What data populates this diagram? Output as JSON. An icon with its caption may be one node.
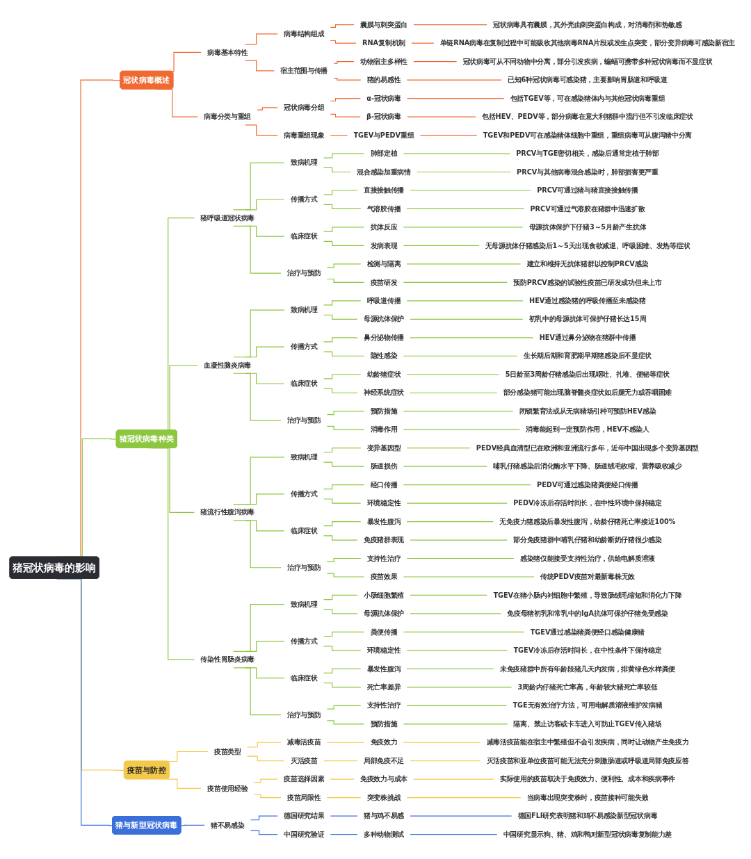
{
  "diagram": {
    "nodes": [
      {
        "text": [
          "猪冠状病毒的影响"
        ]
      },
      {
        "text": [
          "冠状病毒概述"
        ]
      },
      {
        "text": [
          "病毒基本特性"
        ]
      },
      {
        "text": [
          "病毒结构组成"
        ]
      },
      {
        "text": [
          "囊膜与刺突蛋白"
        ]
      },
      {
        "text": [
          "冠状病毒具有囊膜，其外壳由刺突蛋白构成，对消毒剂和热敏感"
        ]
      },
      {
        "text": [
          "RNA复制机制"
        ]
      },
      {
        "text": [
          "单链RNA病毒在复制过程中可能吸收其他病毒RNA片段或发生点突变，部分变异病毒可感染新宿主"
        ]
      },
      {
        "text": [
          "宿主范围与传播"
        ]
      },
      {
        "text": [
          "动物宿主多样性"
        ]
      },
      {
        "text": [
          "冠状病毒可从不同动物中分离，部分引发疾病，蝙蝠可携带多种冠状病毒而不显症状"
        ]
      },
      {
        "text": [
          "猪的易感性"
        ]
      },
      {
        "text": [
          "已知6种冠状病毒可感染猪，主要影响胃肠道和呼吸道"
        ]
      },
      {
        "text": [
          "病毒分类与重组"
        ]
      },
      {
        "text": [
          "冠状病毒分组"
        ]
      },
      {
        "text": [
          "α-冠状病毒"
        ]
      },
      {
        "text": [
          "包括TGEV等，可在感染猪体内与其他冠状病毒重组"
        ]
      },
      {
        "text": [
          "β-冠状病毒"
        ]
      },
      {
        "text": [
          "包括HEV、PEDV等，部分病毒在意大利猪群中流行但不引发临床症状"
        ]
      },
      {
        "text": [
          "病毒重组现象"
        ]
      },
      {
        "text": [
          "TGEV与PEDV重组"
        ]
      },
      {
        "text": [
          "TGEV和PEDV可在感染猪体细胞中重组，重组病毒可从腹泻猪中分离"
        ]
      },
      {
        "text": [
          "猪冠状病毒种类"
        ]
      },
      {
        "text": [
          "猪呼吸道冠状病毒"
        ]
      },
      {
        "text": [
          "致病机理"
        ]
      },
      {
        "text": [
          "肺部定植"
        ]
      },
      {
        "text": [
          "PRCV与TGE密切相关，感染后通常定植于肺部"
        ]
      },
      {
        "text": [
          "混合感染加重病情"
        ]
      },
      {
        "text": [
          "PRCV与其他病毒混合感染时，肺部损害更严重"
        ]
      },
      {
        "text": [
          "传播方式"
        ]
      },
      {
        "text": [
          "直接接触传播"
        ]
      },
      {
        "text": [
          "PRCV可通过猪与猪直接接触传播"
        ]
      },
      {
        "text": [
          "气溶胶传播"
        ]
      },
      {
        "text": [
          "PRCV可通过气溶胶在猪群中迅速扩散"
        ]
      },
      {
        "text": [
          "临床症状"
        ]
      },
      {
        "text": [
          "抗体反应"
        ]
      },
      {
        "text": [
          "母源抗体保护下仔猪3～5月龄产生抗体"
        ]
      },
      {
        "text": [
          "发病表现"
        ]
      },
      {
        "text": [
          "无母源抗体仔猪感染后1～5天出现食欲减退、呼吸困难、发热等症状"
        ]
      },
      {
        "text": [
          "治疗与预防"
        ]
      },
      {
        "text": [
          "检测与隔离"
        ]
      },
      {
        "text": [
          "建立和维持无抗体猪群以控制PRCV感染"
        ]
      },
      {
        "text": [
          "疫苗研发"
        ]
      },
      {
        "text": [
          "预防PRCV感染的试验性疫苗已研发成功但未上市"
        ]
      },
      {
        "text": [
          "血凝性脑炎病毒"
        ]
      },
      {
        "text": [
          "致病机理"
        ]
      },
      {
        "text": [
          "呼吸道传播"
        ]
      },
      {
        "text": [
          "HEV通过感染猪的呼吸传播至未感染猪"
        ]
      },
      {
        "text": [
          "母源抗体保护"
        ]
      },
      {
        "text": [
          "初乳中的母源抗体可保护仔猪长达15周"
        ]
      },
      {
        "text": [
          "传播方式"
        ]
      },
      {
        "text": [
          "鼻分泌物传播"
        ]
      },
      {
        "text": [
          "HEV通过鼻分泌物在猪群中传播"
        ]
      },
      {
        "text": [
          "隐性感染"
        ]
      },
      {
        "text": [
          "生长期后期和育肥期早期猪感染后不显症状"
        ]
      },
      {
        "text": [
          "临床症状"
        ]
      },
      {
        "text": [
          "幼龄猪症状"
        ]
      },
      {
        "text": [
          "5日龄至3周龄仔猪感染后出现呕吐、扎堆、便秘等症状"
        ]
      },
      {
        "text": [
          "神经系统症状"
        ]
      },
      {
        "text": [
          "部分感染猪可能出现脑脊髓炎症状如后腿无力或吞咽困难"
        ]
      },
      {
        "text": [
          "治疗与预防"
        ]
      },
      {
        "text": [
          "预防措施"
        ]
      },
      {
        "text": [
          "闭锁繁育法或从无病猪场引种可预防HEV感染"
        ]
      },
      {
        "text": [
          "消毒作用"
        ]
      },
      {
        "text": [
          "消毒能起到一定预防作用，HEV不感染人"
        ]
      },
      {
        "text": [
          "猪流行性腹泻病毒"
        ]
      },
      {
        "text": [
          "致病机理"
        ]
      },
      {
        "text": [
          "变异基因型"
        ]
      },
      {
        "text": [
          "PEDV经典血清型已在欧洲和亚洲流行多年，近年中国出现多个变异基因型"
        ]
      },
      {
        "text": [
          "肠道损伤"
        ]
      },
      {
        "text": [
          "哺乳仔猪感染后消化酶水平下降、肠道绒毛收缩、营养吸收减少"
        ]
      },
      {
        "text": [
          "传播方式"
        ]
      },
      {
        "text": [
          "经口传播"
        ]
      },
      {
        "text": [
          "PEDV可通过感染猪粪便经口传播"
        ]
      },
      {
        "text": [
          "环境稳定性"
        ]
      },
      {
        "text": [
          "PEDV冷冻后存活时间长，在中性环境中保持稳定"
        ]
      },
      {
        "text": [
          "临床症状"
        ]
      },
      {
        "text": [
          "暴发性腹泻"
        ]
      },
      {
        "text": [
          "无免疫力猪感染后暴发性腹泻，幼龄仔猪死亡率接近100%"
        ]
      },
      {
        "text": [
          "免疫猪群表现"
        ]
      },
      {
        "text": [
          "部分免疫猪群中哺乳仔猪和幼龄断奶仔猪很少感染"
        ]
      },
      {
        "text": [
          "治疗与预防"
        ]
      },
      {
        "text": [
          "支持性治疗"
        ]
      },
      {
        "text": [
          "感染猪仅能接受支持性治疗，供给电解质溶液"
        ]
      },
      {
        "text": [
          "疫苗效果"
        ]
      },
      {
        "text": [
          "传统PEDV疫苗对最新毒株无效"
        ]
      },
      {
        "text": [
          "传染性胃肠炎病毒"
        ]
      },
      {
        "text": [
          "致病机理"
        ]
      },
      {
        "text": [
          "小肠细胞繁殖"
        ]
      },
      {
        "text": [
          "TGEV在猪小肠内衬细胞中繁殖，导致肠绒毛缩短和消化力下降"
        ]
      },
      {
        "text": [
          "母源抗体保护"
        ]
      },
      {
        "text": [
          "免疫母猪初乳和常乳中的IgA抗体可保护仔猪免受感染"
        ]
      },
      {
        "text": [
          "传播方式"
        ]
      },
      {
        "text": [
          "粪便传播"
        ]
      },
      {
        "text": [
          "TGEV通过感染猪粪便经口感染健康猪"
        ]
      },
      {
        "text": [
          "环境稳定性"
        ]
      },
      {
        "text": [
          "TGEV冷冻后存活时间长，在中性条件下保持稳定"
        ]
      },
      {
        "text": [
          "临床症状"
        ]
      },
      {
        "text": [
          "暴发性腹泻"
        ]
      },
      {
        "text": [
          "未免疫猪群中所有年龄段猪几天内发病，排黄绿色水样粪便"
        ]
      },
      {
        "text": [
          "死亡率差异"
        ]
      },
      {
        "text": [
          "3周龄内仔猪死亡率高，年龄较大猪死亡率较低"
        ]
      },
      {
        "text": [
          "治疗与预防"
        ]
      },
      {
        "text": [
          "支持性治疗"
        ]
      },
      {
        "text": [
          "TGE无有效治疗方法，可用电解质溶液维护发病猪"
        ]
      },
      {
        "text": [
          "预防措施"
        ]
      },
      {
        "text": [
          "隔离、禁止访客或卡车进入可防止TGEV传入猪场"
        ]
      },
      {
        "text": [
          "疫苗与防控"
        ]
      },
      {
        "text": [
          "疫苗类型"
        ]
      },
      {
        "text": [
          "减毒活疫苗"
        ]
      },
      {
        "text": [
          "免疫效力"
        ]
      },
      {
        "text": [
          "减毒活疫苗能在宿主中繁殖但不会引发疾病，同时让动物产生免疫力"
        ]
      },
      {
        "text": [
          "灭活疫苗"
        ]
      },
      {
        "text": [
          "局部免疫不足"
        ]
      },
      {
        "text": [
          "灭活疫苗和亚单位疫苗可能无法充分刺激肠道或呼吸道局部免疫应答"
        ]
      },
      {
        "text": [
          "疫苗使用经验"
        ]
      },
      {
        "text": [
          "疫苗选择因素"
        ]
      },
      {
        "text": [
          "免疫效力与成本"
        ]
      },
      {
        "text": [
          "实际使用的疫苗取决于免疫效力、便利性、成本和疾病事件"
        ]
      },
      {
        "text": [
          "疫苗局限性"
        ]
      },
      {
        "text": [
          "突变株挑战"
        ]
      },
      {
        "text": [
          "当病毒出现突变株时，疫苗接种可能失败"
        ]
      },
      {
        "text": [
          "猪与新型冠状病毒"
        ]
      },
      {
        "text": [
          "猪不易感染"
        ]
      },
      {
        "text": [
          "德国研究结果"
        ]
      },
      {
        "text": [
          "猪与鸡不易感"
        ]
      },
      {
        "text": [
          "德国FLI研究表明猪和鸡不易感染新型冠状病毒"
        ]
      },
      {
        "text": [
          "中国研究验证"
        ]
      },
      {
        "text": [
          "多种动物测试"
        ]
      },
      {
        "text": [
          "中国研究显示狗、猪、鸡和鸭对新型冠状病毒复制能力差"
        ]
      }
    ],
    "edges": [
      {
        "from": 0,
        "to": 1,
        "arrow": "none",
        "color": "#ef6a32"
      },
      {
        "from": 1,
        "to": 2,
        "arrow": "none",
        "color": "#ef6a32"
      },
      {
        "from": 2,
        "to": 3,
        "arrow": "none",
        "color": "#ef6a32"
      },
      {
        "from": 3,
        "to": 4,
        "arrow": "none",
        "color": "#ef6a32"
      },
      {
        "from": 4,
        "to": 5,
        "arrow": "none",
        "color": "#ef6a32"
      },
      {
        "from": 3,
        "to": 6,
        "arrow": "none",
        "color": "#ef6a32"
      },
      {
        "from": 6,
        "to": 7,
        "arrow": "none",
        "color": "#ef6a32"
      },
      {
        "from": 2,
        "to": 8,
        "arrow": "none",
        "color": "#ef6a32"
      },
      {
        "from": 8,
        "to": 9,
        "arrow": "none",
        "color": "#ef6a32"
      },
      {
        "from": 9,
        "to": 10,
        "arrow": "none",
        "color": "#ef6a32"
      },
      {
        "from": 8,
        "to": 11,
        "arrow": "none",
        "color": "#ef6a32"
      },
      {
        "from": 11,
        "to": 12,
        "arrow": "none",
        "color": "#ef6a32"
      },
      {
        "from": 1,
        "to": 13,
        "arrow": "none",
        "color": "#ef6a32"
      },
      {
        "from": 13,
        "to": 14,
        "arrow": "none",
        "color": "#ef6a32"
      },
      {
        "from": 14,
        "to": 15,
        "arrow": "none",
        "color": "#ef6a32"
      },
      {
        "from": 15,
        "to": 16,
        "arrow": "none",
        "color": "#ef6a32"
      },
      {
        "from": 14,
        "to": 17,
        "arrow": "none",
        "color": "#ef6a32"
      },
      {
        "from": 17,
        "to": 18,
        "arrow": "none",
        "color": "#ef6a32"
      },
      {
        "from": 13,
        "to": 19,
        "arrow": "none",
        "color": "#ef6a32"
      },
      {
        "from": 19,
        "to": 20,
        "arrow": "none",
        "color": "#ef6a32"
      },
      {
        "from": 20,
        "to": 21,
        "arrow": "none",
        "color": "#ef6a32"
      },
      {
        "from": 0,
        "to": 22,
        "arrow": "none"
      },
      {
        "from": 22,
        "to": 23,
        "arrow": "none"
      },
      {
        "from": 23,
        "to": 24,
        "arrow": "none"
      },
      {
        "from": 24,
        "to": 25,
        "arrow": "none"
      },
      {
        "from": 25,
        "to": 26,
        "arrow": "none"
      },
      {
        "from": 24,
        "to": 27,
        "arrow": "none"
      },
      {
        "from": 27,
        "to": 28,
        "arrow": "none"
      },
      {
        "from": 23,
        "to": 29,
        "arrow": "none"
      },
      {
        "from": 29,
        "to": 30,
        "arrow": "none"
      },
      {
        "from": 30,
        "to": 31,
        "arrow": "none"
      },
      {
        "from": 29,
        "to": 32,
        "arrow": "none"
      },
      {
        "from": 32,
        "to": 33,
        "arrow": "none"
      },
      {
        "from": 23,
        "to": 34,
        "arrow": "none"
      },
      {
        "from": 34,
        "to": 35,
        "arrow": "none"
      },
      {
        "from": 35,
        "to": 36,
        "arrow": "none"
      },
      {
        "from": 34,
        "to": 37,
        "arrow": "none"
      },
      {
        "from": 37,
        "to": 38,
        "arrow": "none"
      },
      {
        "from": 23,
        "to": 39,
        "arrow": "none"
      },
      {
        "from": 39,
        "to": 40,
        "arrow": "none"
      },
      {
        "from": 40,
        "to": 41,
        "arrow": "none"
      },
      {
        "from": 39,
        "to": 42,
        "arrow": "none"
      },
      {
        "from": 42,
        "to": 43,
        "arrow": "none"
      },
      {
        "from": 22,
        "to": 44,
        "arrow": "none"
      },
      {
        "from": 44,
        "to": 45,
        "arrow": "none"
      },
      {
        "from": 45,
        "to": 46,
        "arrow": "none"
      },
      {
        "from": 46,
        "to": 47,
        "arrow": "none"
      },
      {
        "from": 45,
        "to": 48,
        "arrow": "none"
      },
      {
        "from": 48,
        "to": 49,
        "arrow": "none"
      },
      {
        "from": 44,
        "to": 50,
        "arrow": "none"
      },
      {
        "from": 50,
        "to": 51,
        "arrow": "none"
      },
      {
        "from": 51,
        "to": 52,
        "arrow": "none"
      },
      {
        "from": 50,
        "to": 53,
        "arrow": "none"
      },
      {
        "from": 53,
        "to": 54,
        "arrow": "none"
      },
      {
        "from": 44,
        "to": 55,
        "arrow": "none"
      },
      {
        "from": 55,
        "to": 56,
        "arrow": "none"
      },
      {
        "from": 56,
        "to": 57,
        "arrow": "none"
      },
      {
        "from": 55,
        "to": 58,
        "arrow": "none"
      },
      {
        "from": 58,
        "to": 59,
        "arrow": "none"
      },
      {
        "from": 44,
        "to": 60,
        "arrow": "none"
      },
      {
        "from": 60,
        "to": 61,
        "arrow": "none"
      },
      {
        "from": 61,
        "to": 62,
        "arrow": "none"
      },
      {
        "from": 60,
        "to": 63,
        "arrow": "none"
      },
      {
        "from": 63,
        "to": 64,
        "arrow": "none"
      },
      {
        "from": 22,
        "to": 65,
        "arrow": "none"
      },
      {
        "from": 65,
        "to": 66,
        "arrow": "none"
      },
      {
        "from": 66,
        "to": 67,
        "arrow": "none"
      },
      {
        "from": 67,
        "to": 68,
        "arrow": "none"
      },
      {
        "from": 66,
        "to": 69,
        "arrow": "none"
      },
      {
        "from": 69,
        "to": 70,
        "arrow": "none"
      },
      {
        "from": 65,
        "to": 71,
        "arrow": "none"
      },
      {
        "from": 71,
        "to": 72,
        "arrow": "none"
      },
      {
        "from": 72,
        "to": 73,
        "arrow": "none"
      },
      {
        "from": 71,
        "to": 74,
        "arrow": "none"
      },
      {
        "from": 74,
        "to": 75,
        "arrow": "none"
      },
      {
        "from": 65,
        "to": 76,
        "arrow": "none"
      },
      {
        "from": 76,
        "to": 77,
        "arrow": "none"
      },
      {
        "from": 77,
        "to": 78,
        "arrow": "none"
      },
      {
        "from": 76,
        "to": 79,
        "arrow": "none"
      },
      {
        "from": 79,
        "to": 80,
        "arrow": "none"
      },
      {
        "from": 65,
        "to": 81,
        "arrow": "none"
      },
      {
        "from": 81,
        "to": 82,
        "arrow": "none"
      },
      {
        "from": 82,
        "to": 83,
        "arrow": "none"
      },
      {
        "from": 81,
        "to": 84,
        "arrow": "none"
      },
      {
        "from": 84,
        "to": 85,
        "arrow": "none"
      },
      {
        "from": 22,
        "to": 86,
        "arrow": "none"
      },
      {
        "from": 86,
        "to": 87,
        "arrow": "none"
      },
      {
        "from": 87,
        "to": 88,
        "arrow": "none"
      },
      {
        "from": 88,
        "to": 89,
        "arrow": "none"
      },
      {
        "from": 87,
        "to": 90,
        "arrow": "none"
      },
      {
        "from": 90,
        "to": 91,
        "arrow": "none"
      },
      {
        "from": 86,
        "to": 92,
        "arrow": "none"
      },
      {
        "from": 92,
        "to": 93,
        "arrow": "none"
      },
      {
        "from": 93,
        "to": 94,
        "arrow": "none"
      },
      {
        "from": 92,
        "to": 95,
        "arrow": "none"
      },
      {
        "from": 95,
        "to": 96,
        "arrow": "none"
      },
      {
        "from": 86,
        "to": 97,
        "arrow": "none"
      },
      {
        "from": 97,
        "to": 98,
        "arrow": "none"
      },
      {
        "from": 98,
        "to": 99,
        "arrow": "none"
      },
      {
        "from": 97,
        "to": 100,
        "arrow": "none"
      },
      {
        "from": 100,
        "to": 101,
        "arrow": "none"
      },
      {
        "from": 86,
        "to": 102,
        "arrow": "none"
      },
      {
        "from": 102,
        "to": 103,
        "arrow": "none"
      },
      {
        "from": 103,
        "to": 104,
        "arrow": "none"
      },
      {
        "from": 102,
        "to": 105,
        "arrow": "none"
      },
      {
        "from": 105,
        "to": 106,
        "arrow": "none"
      },
      {
        "from": 0,
        "to": 107,
        "arrow": "none",
        "color": "#f2c94c"
      },
      {
        "from": 107,
        "to": 108,
        "arrow": "none",
        "color": "#f2c94c"
      },
      {
        "from": 108,
        "to": 109,
        "arrow": "none",
        "color": "#f2c94c"
      },
      {
        "from": 109,
        "to": 110,
        "arrow": "none",
        "color": "#f2c94c"
      },
      {
        "from": 110,
        "to": 111,
        "arrow": "none",
        "color": "#f2c94c"
      },
      {
        "from": 108,
        "to": 112,
        "arrow": "none",
        "color": "#f2c94c"
      },
      {
        "from": 112,
        "to": 113,
        "arrow": "none",
        "color": "#f2c94c"
      },
      {
        "from": 113,
        "to": 114,
        "arrow": "none",
        "color": "#f2c94c"
      },
      {
        "from": 107,
        "to": 115,
        "arrow": "none",
        "color": "#f2c94c"
      },
      {
        "from": 115,
        "to": 116,
        "arrow": "none",
        "color": "#f2c94c"
      },
      {
        "from": 116,
        "to": 117,
        "arrow": "none",
        "color": "#f2c94c"
      },
      {
        "from": 117,
        "to": 118,
        "arrow": "none",
        "color": "#f2c94c"
      },
      {
        "from": 115,
        "to": 119,
        "arrow": "none",
        "color": "#f2c94c"
      },
      {
        "from": 119,
        "to": 120,
        "arrow": "none",
        "color": "#f2c94c"
      },
      {
        "from": 120,
        "to": 121,
        "arrow": "none",
        "color": "#f2c94c"
      },
      {
        "from": 0,
        "to": 122,
        "arrow": "none",
        "color": "#3b6fd9"
      },
      {
        "from": 122,
        "to": 123,
        "arrow": "none",
        "color": "#3b6fd9"
      },
      {
        "from": 123,
        "to": 124,
        "arrow": "none",
        "color": "#3b6fd9"
      },
      {
        "from": 124,
        "to": 125,
        "arrow": "none",
        "color": "#3b6fd9"
      },
      {
        "from": 125,
        "to": 126,
        "arrow": "none",
        "color": "#3b6fd9"
      },
      {
        "from": 123,
        "to": 127,
        "arrow": "none",
        "color": "#3b6fd9"
      },
      {
        "from": 127,
        "to": 128,
        "arrow": "none",
        "color": "#3b6fd9"
      },
      {
        "from": 128,
        "to": 129,
        "arrow": "none",
        "color": "#3b6fd9"
      }
    ]
  }
}
